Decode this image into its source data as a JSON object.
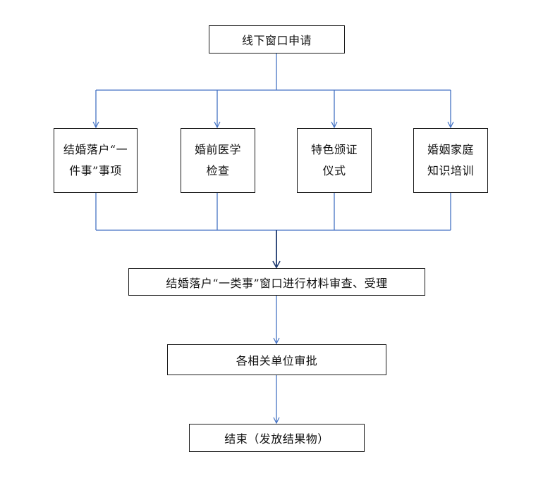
{
  "flowchart": {
    "start": "线下窗口申请",
    "branches": [
      {
        "line1": "结婚落户“一",
        "line2": "件事”事项"
      },
      {
        "line1": "婚前医学",
        "line2": "检查"
      },
      {
        "line1": "特色颁证",
        "line2": "仪式"
      },
      {
        "line1": "婚姻家庭",
        "line2": "知识培训"
      }
    ],
    "review": "结婚落户“一类事”窗口进行材料审查、受理",
    "approval": "各相关单位审批",
    "end": "结束（发放结果物）"
  },
  "colors": {
    "connector": "#4472c4",
    "box_border": "#1a1a1a",
    "text": "#111111"
  }
}
